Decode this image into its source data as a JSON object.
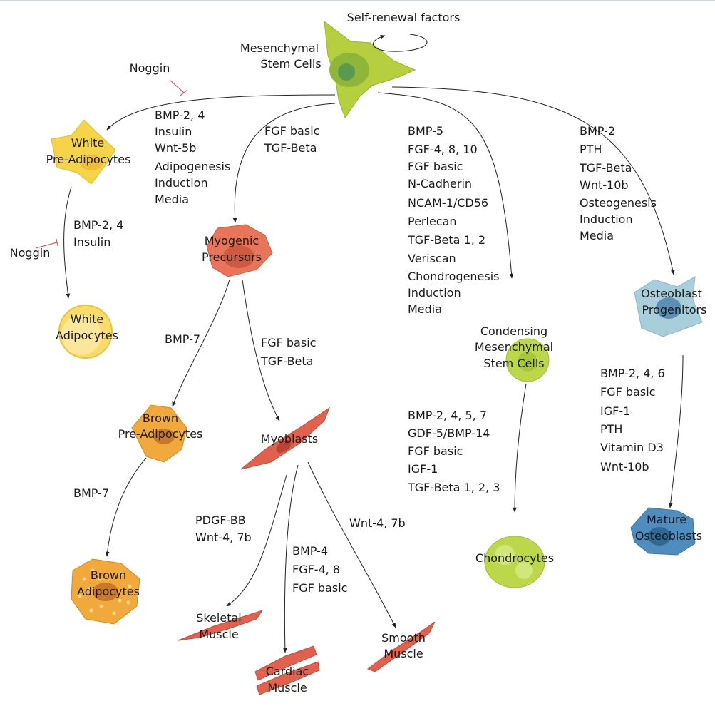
{
  "self_renewal": "Self-renewal factors",
  "cells": {
    "msc": [
      "Mesenchymal",
      "Stem Cells"
    ],
    "white_pre": [
      "White",
      "Pre-Adipocytes"
    ],
    "white_adipo": [
      "White",
      "Adipocytes"
    ],
    "myogenic": [
      "Myogenic",
      "Precursors"
    ],
    "brown_pre": [
      "Brown",
      "Pre-Adipocytes"
    ],
    "brown_adipo": [
      "Brown",
      "Adipocytes"
    ],
    "myoblasts": "Myoblasts",
    "skeletal": [
      "Skeletal",
      "Muscle"
    ],
    "cardiac": [
      "Cardiac",
      "Muscle"
    ],
    "smooth": [
      "Smooth",
      "Muscle"
    ],
    "condensing": [
      "Condensing",
      "Mesenchymal",
      "Stem Cells"
    ],
    "chondrocytes": "Chondrocytes",
    "osteo_prog": [
      "Osteoblast",
      "Progenitors"
    ],
    "mature_osteo": [
      "Mature",
      "Osteoblasts"
    ]
  },
  "inhibitors": [
    "Noggin",
    "Noggin"
  ],
  "factors": {
    "to_white_pre": [
      "BMP-2, 4",
      "Insulin",
      "Wnt-5b",
      "Adipogenesis",
      "Induction",
      "Media"
    ],
    "to_white_adipo": [
      "BMP-2, 4",
      "Insulin"
    ],
    "to_myogenic": [
      "FGF basic",
      "TGF-Beta"
    ],
    "to_brown_pre": [
      "BMP-7"
    ],
    "to_myoblasts": [
      "FGF basic",
      "TGF-Beta"
    ],
    "to_brown_adipo": [
      "BMP-7"
    ],
    "to_skeletal": [
      "PDGF-BB",
      "Wnt-4, 7b"
    ],
    "to_cardiac": [
      "BMP-4",
      "FGF-4, 8",
      "FGF basic"
    ],
    "to_smooth": [
      "Wnt-4, 7b"
    ],
    "to_condensing": [
      "BMP-5",
      "FGF-4, 8, 10",
      "FGF basic",
      "N-Cadherin",
      "NCAM-1/CD56",
      "Perlecan",
      "TGF-Beta 1, 2",
      "Veriscan",
      "Chondrogenesis",
      "Induction",
      "Media"
    ],
    "to_chondrocytes": [
      "BMP-2, 4, 5, 7",
      "GDF-5/BMP-14",
      "FGF basic",
      "IGF-1",
      "TGF-Beta 1, 2, 3"
    ],
    "to_osteo_prog": [
      "BMP-2",
      "PTH",
      "TGF-Beta",
      "Wnt-10b",
      "Osteogenesis",
      "Induction",
      "Media"
    ],
    "to_mature_osteo": [
      "BMP-2, 4, 6",
      "FGF basic",
      "IGF-1",
      "PTH",
      "Vitamin D3",
      "Wnt-10b"
    ]
  },
  "colors": {
    "msc": "#b5cf3e",
    "white": "#f5d44a",
    "myogenic": "#e8755a",
    "brown": "#f0a93a",
    "muscle": "#e0624e",
    "chondro": "#bcd84a",
    "osteo_prog": "#a9cedb",
    "mature_osteo": "#4f8dbf"
  }
}
